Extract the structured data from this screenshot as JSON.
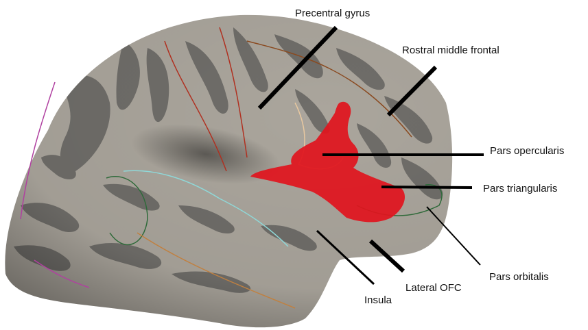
{
  "labels": {
    "precentral_gyrus": "Precentral gyrus",
    "rostral_middle_frontal": "Rostral middle frontal",
    "pars_opercularis": "Pars opercularis",
    "pars_triangularis": "Pars triangularis",
    "pars_orbitalis": "Pars orbitalis",
    "lateral_ofc": "Lateral OFC",
    "insula": "Insula"
  },
  "colors": {
    "background": "#ffffff",
    "sulcus": "#6f6d69",
    "gyrus": "#aaa59c",
    "activation": "#e0141e",
    "pointer": "#000000",
    "precentral_outline": "#b03020",
    "rostral_outline": "#8a4a20",
    "opercularis_outline": "#e8c8a0",
    "orbitalis_outline": "#2f6a3a",
    "insula_outline": "#8fd8d8",
    "temporal_outline": "#c08040",
    "parietal_outline": "#b040a0"
  }
}
